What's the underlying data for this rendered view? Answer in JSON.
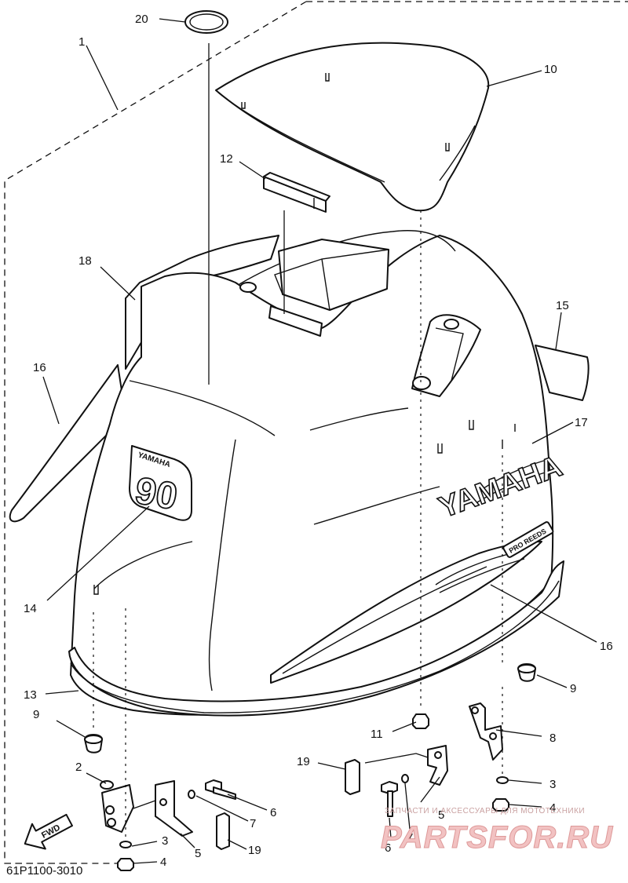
{
  "diagram": {
    "code": "61P1100-3010",
    "callouts": [
      {
        "id": "c20",
        "text": "20"
      },
      {
        "id": "c1",
        "text": "1"
      },
      {
        "id": "c10",
        "text": "10"
      },
      {
        "id": "c12",
        "text": "12"
      },
      {
        "id": "c18",
        "text": "18"
      },
      {
        "id": "c15",
        "text": "15"
      },
      {
        "id": "c16a",
        "text": "16"
      },
      {
        "id": "c17",
        "text": "17"
      },
      {
        "id": "c14",
        "text": "14"
      },
      {
        "id": "c16b",
        "text": "16"
      },
      {
        "id": "c13",
        "text": "13"
      },
      {
        "id": "c9a",
        "text": "9"
      },
      {
        "id": "c9b",
        "text": "9"
      },
      {
        "id": "c11",
        "text": "11"
      },
      {
        "id": "c8",
        "text": "8"
      },
      {
        "id": "c19a",
        "text": "19"
      },
      {
        "id": "c3a",
        "text": "3"
      },
      {
        "id": "c2",
        "text": "2"
      },
      {
        "id": "c5a",
        "text": "5"
      },
      {
        "id": "c6a",
        "text": "6"
      },
      {
        "id": "c7a",
        "text": "7"
      },
      {
        "id": "c4a",
        "text": "4"
      },
      {
        "id": "c6b",
        "text": "6"
      },
      {
        "id": "c7b",
        "text": "7"
      },
      {
        "id": "c3b",
        "text": "3"
      },
      {
        "id": "c5b",
        "text": "5"
      },
      {
        "id": "c19b",
        "text": "19"
      },
      {
        "id": "c4b",
        "text": "4"
      }
    ],
    "decals": {
      "brand": "YAMAHA",
      "model": "90",
      "badge_brand": "YAMAHA",
      "badge_small": "PRO REEDS"
    },
    "direction_arrow": "FWD"
  },
  "watermark": {
    "top": "ЗАПЧАСТИ И АКСЕССУАРЫ ДЛЯ МОТОТЕХНИКИ",
    "main": "PARTSFOR.RU"
  }
}
